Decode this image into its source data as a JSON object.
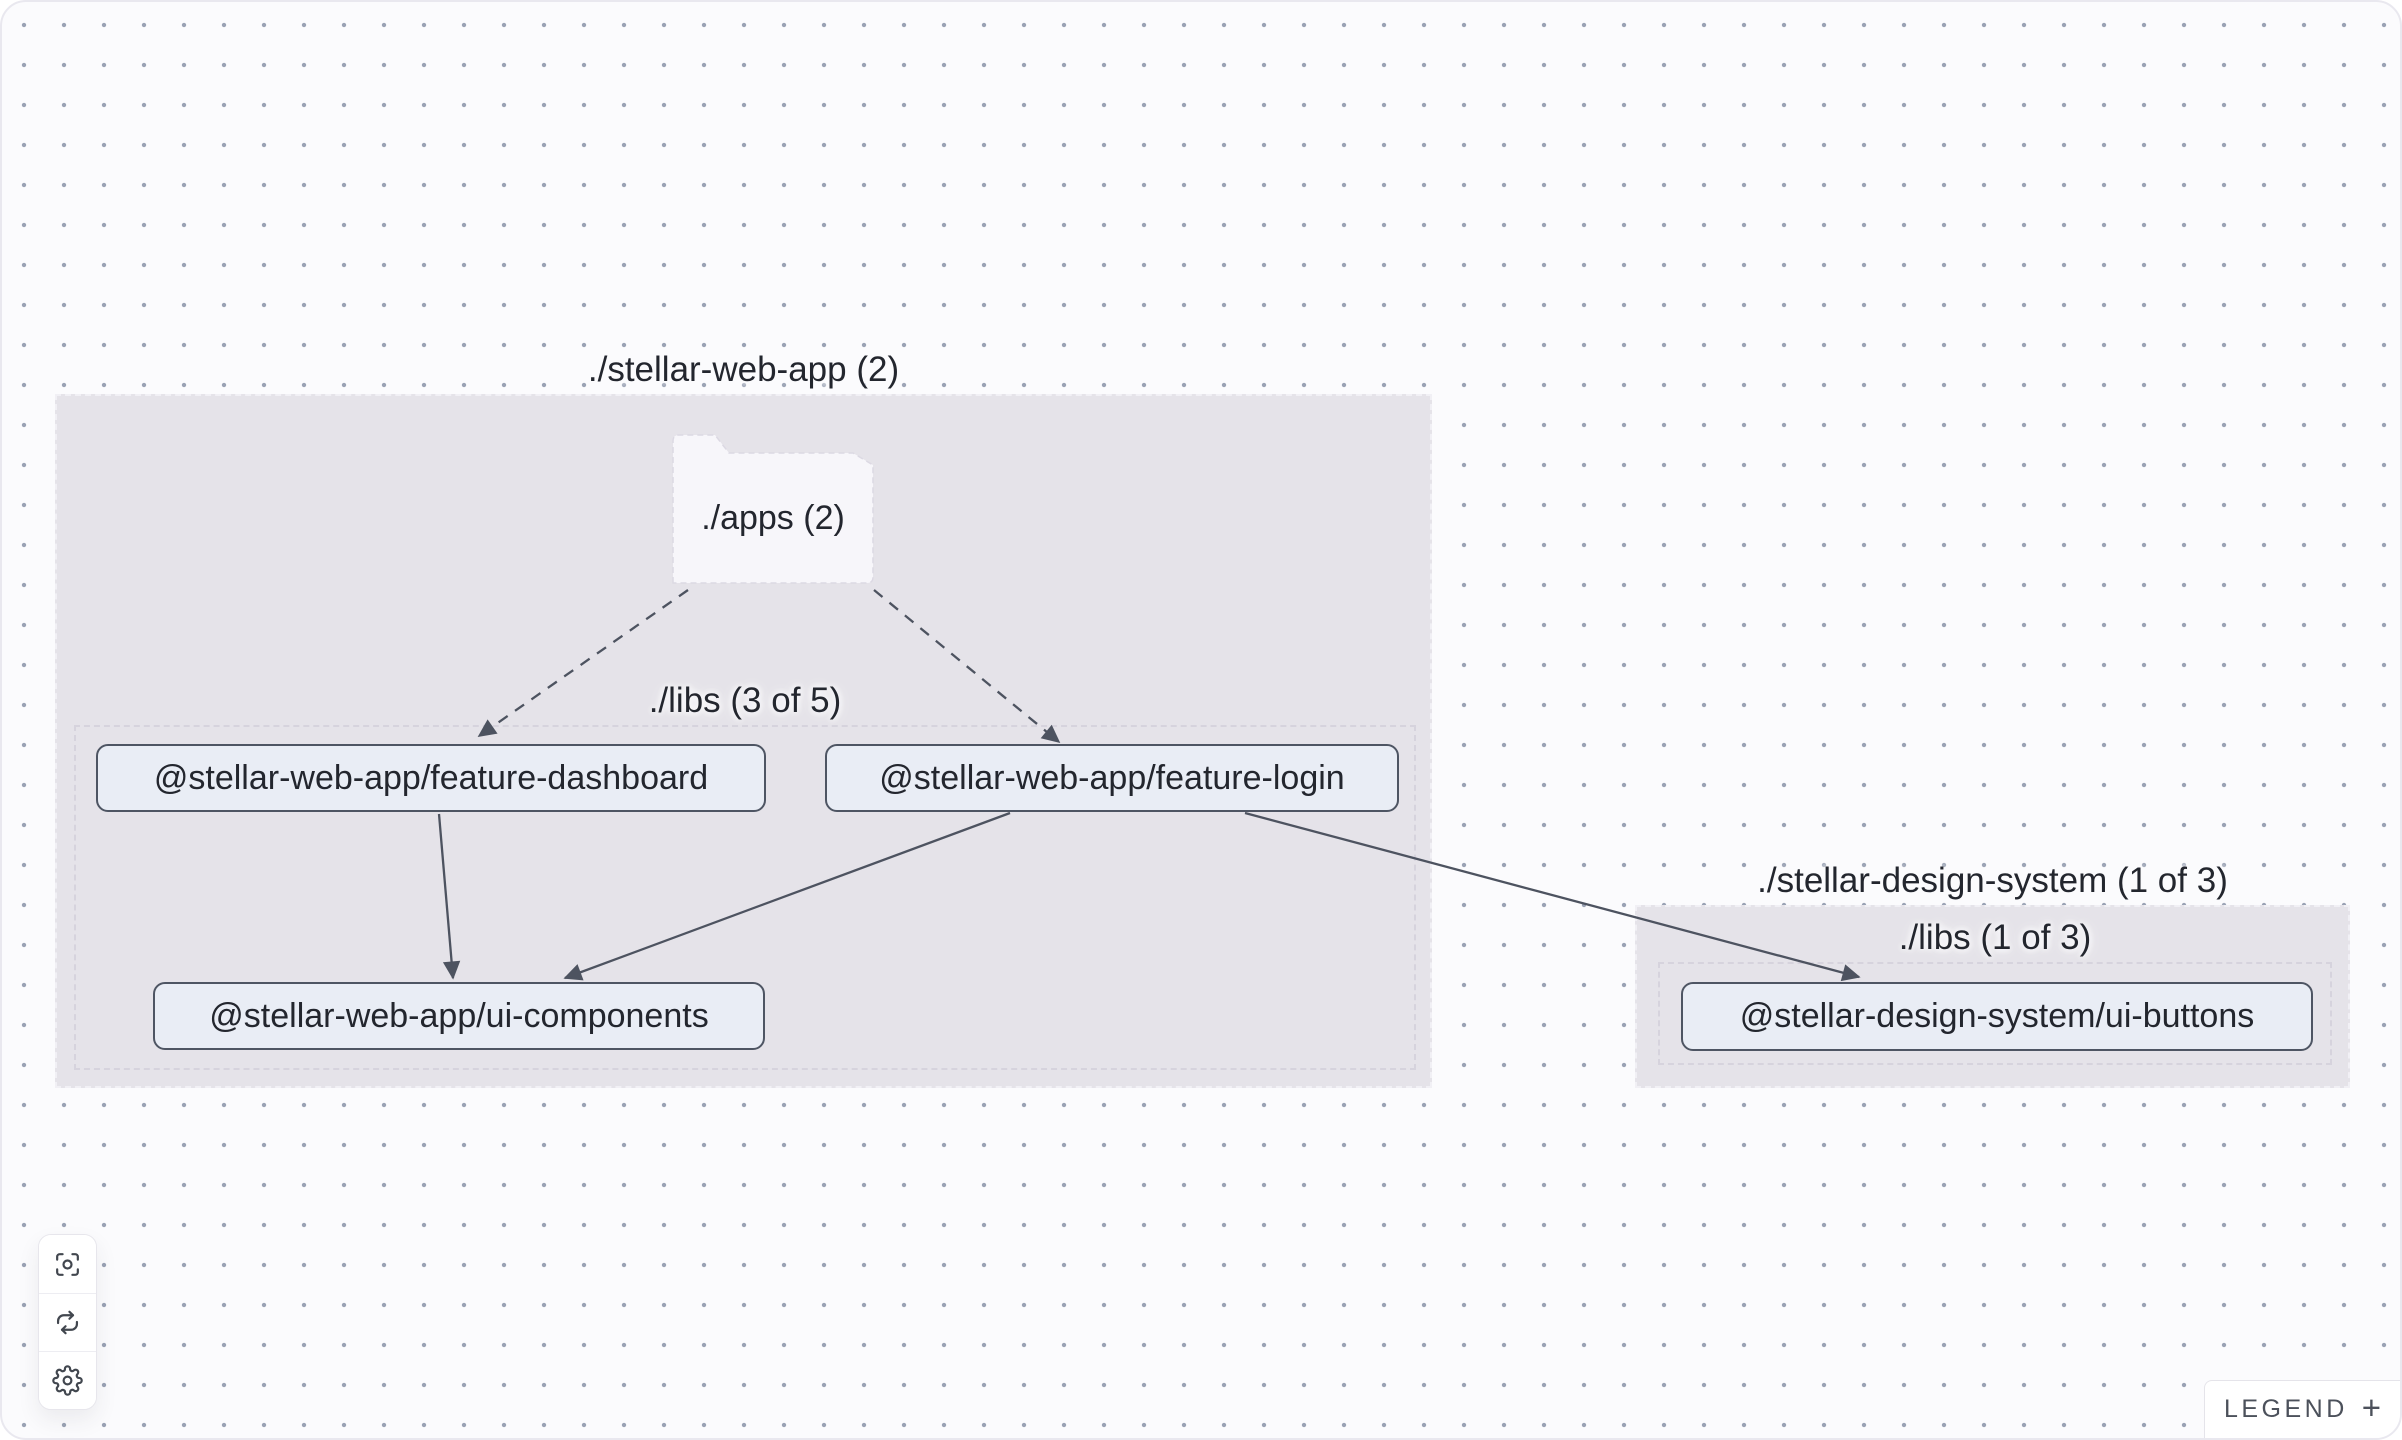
{
  "colors": {
    "canvas_bg": "#fbfbfd",
    "dot": "#9aa2b4",
    "group_fill": "#e5e3e9",
    "folder_fill": "#f7f6fa",
    "node_fill": "#e9edf5",
    "node_border": "#4e5563",
    "edge": "#4d5360",
    "text": "#23262e"
  },
  "graph": {
    "groups": [
      {
        "title": "./stellar-web-app (2)",
        "apps_folder": {
          "label": "./apps (2)"
        },
        "libs": {
          "label": "./libs (3 of 5)"
        },
        "nodes": [
          {
            "label": "@stellar-web-app/feature-dashboard"
          },
          {
            "label": "@stellar-web-app/feature-login"
          },
          {
            "label": "@stellar-web-app/ui-components"
          }
        ]
      },
      {
        "title": "./stellar-design-system (1 of 3)",
        "libs": {
          "label": "./libs (1 of 3)"
        },
        "nodes": [
          {
            "label": "@stellar-design-system/ui-buttons"
          }
        ]
      }
    ],
    "edges": [
      {
        "source": "./apps (2)",
        "target": "@stellar-web-app/feature-dashboard",
        "style": "dashed"
      },
      {
        "source": "./apps (2)",
        "target": "@stellar-web-app/feature-login",
        "style": "dashed"
      },
      {
        "source": "@stellar-web-app/feature-dashboard",
        "target": "@stellar-web-app/ui-components",
        "style": "solid"
      },
      {
        "source": "@stellar-web-app/feature-login",
        "target": "@stellar-web-app/ui-components",
        "style": "solid"
      },
      {
        "source": "@stellar-web-app/feature-login",
        "target": "@stellar-design-system/ui-buttons",
        "style": "solid"
      }
    ]
  },
  "controls": [
    {
      "id": "center-graph",
      "icon": "focus-icon"
    },
    {
      "id": "refresh-graph",
      "icon": "refresh-icon"
    },
    {
      "id": "graph-settings",
      "icon": "gear-icon"
    }
  ],
  "legend": {
    "label": "LEGEND",
    "expand_glyph": "+"
  }
}
